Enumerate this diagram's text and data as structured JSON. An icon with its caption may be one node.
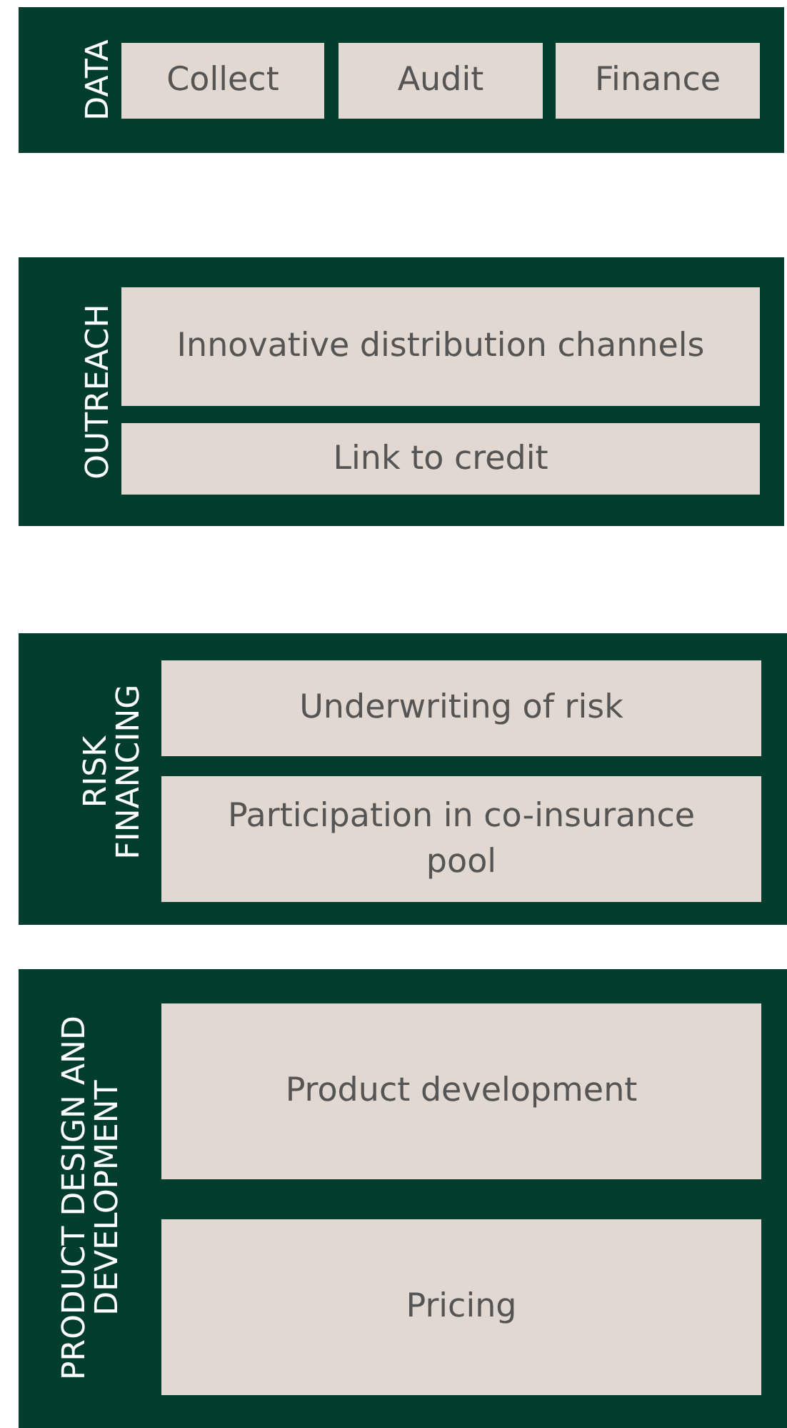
{
  "diagram": {
    "nodes": [
      {
        "text": [
          "DATA"
        ]
      },
      {
        "text": [
          "Collect"
        ],
        "in": 0
      },
      {
        "text": [
          "Audit"
        ],
        "in": 0
      },
      {
        "text": [
          "Finance"
        ],
        "in": 0
      },
      {
        "text": [
          "OUTREACH"
        ]
      },
      {
        "text": [
          "Innovative distribution channels"
        ],
        "in": 4
      },
      {
        "text": [
          "Link to credit"
        ],
        "in": 4
      },
      {
        "text": [
          "RISK FINANCING"
        ]
      },
      {
        "text": [
          "Underwriting of risk"
        ],
        "in": 7
      },
      {
        "text": [
          "Participation in co-insurance pool"
        ],
        "in": 7
      },
      {
        "text": [
          "PRODUCT DESIGN AND DEVELOPMENT"
        ]
      },
      {
        "text": [
          "Product development"
        ],
        "in": 10
      },
      {
        "text": [
          "Pricing"
        ],
        "in": 10
      }
    ]
  }
}
